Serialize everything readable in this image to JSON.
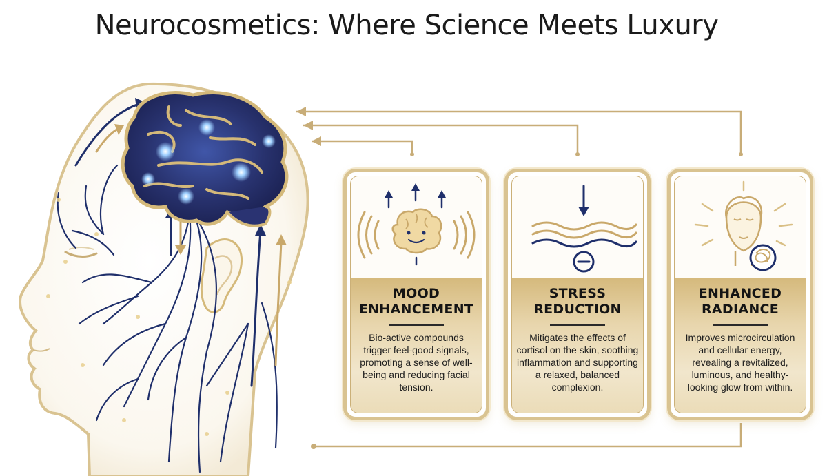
{
  "title": "Neurocosmetics: Where Science Meets Luxury",
  "colors": {
    "gold": "#d4b97a",
    "gold_dark": "#b8955a",
    "navy": "#1f2f6b",
    "brain_blue": "#4a78e0"
  },
  "cards": [
    {
      "heading_line1": "MOOD",
      "heading_line2": "ENHANCEMENT",
      "body": "Bio-active compounds trigger feel-good signals, promoting a sense of well-being and reducing facial tension.",
      "icon": "smiling-brain-icon"
    },
    {
      "heading_line1": "STRESS",
      "heading_line2": "REDUCTION",
      "body": "Mitigates the effects of cortisol on the skin, soothing inflammation and supporting a relaxed, balanced complexion.",
      "icon": "calm-waves-icon"
    },
    {
      "heading_line1": "ENHANCED",
      "heading_line2": "RADIANCE",
      "body": "Improves microcirculation and cellular energy, revealing a revitalized, luminous, and healthy-looking glow from within.",
      "icon": "radiant-face-icon"
    }
  ]
}
